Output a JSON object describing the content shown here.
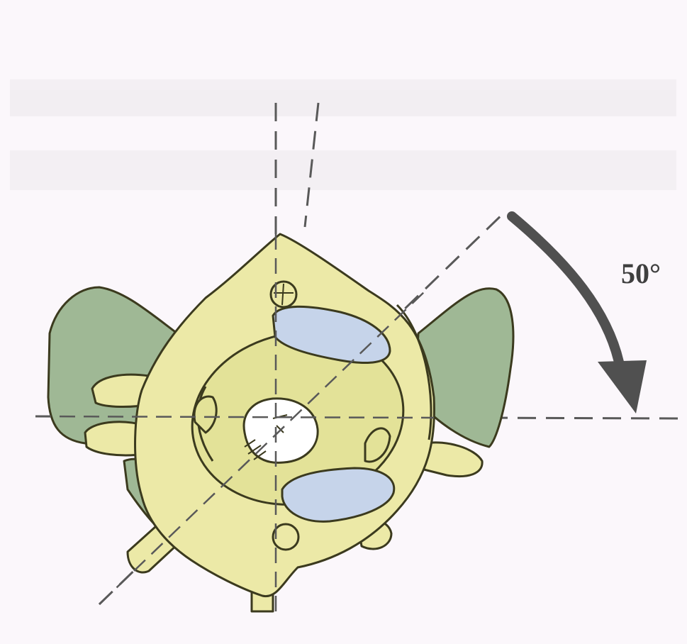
{
  "figure": {
    "angle_label": "50°",
    "rotation_degrees": 50,
    "rotation_direction": "clockwise",
    "colors": {
      "background": "#fbf7fb",
      "vertebra_body": "#ece9a7",
      "vertebra_outline": "#3b3a1e",
      "transverse_process": "#9fb895",
      "facet": "#c6d4ea",
      "arrow": "#505050",
      "reference_lines": "#595959"
    }
  }
}
